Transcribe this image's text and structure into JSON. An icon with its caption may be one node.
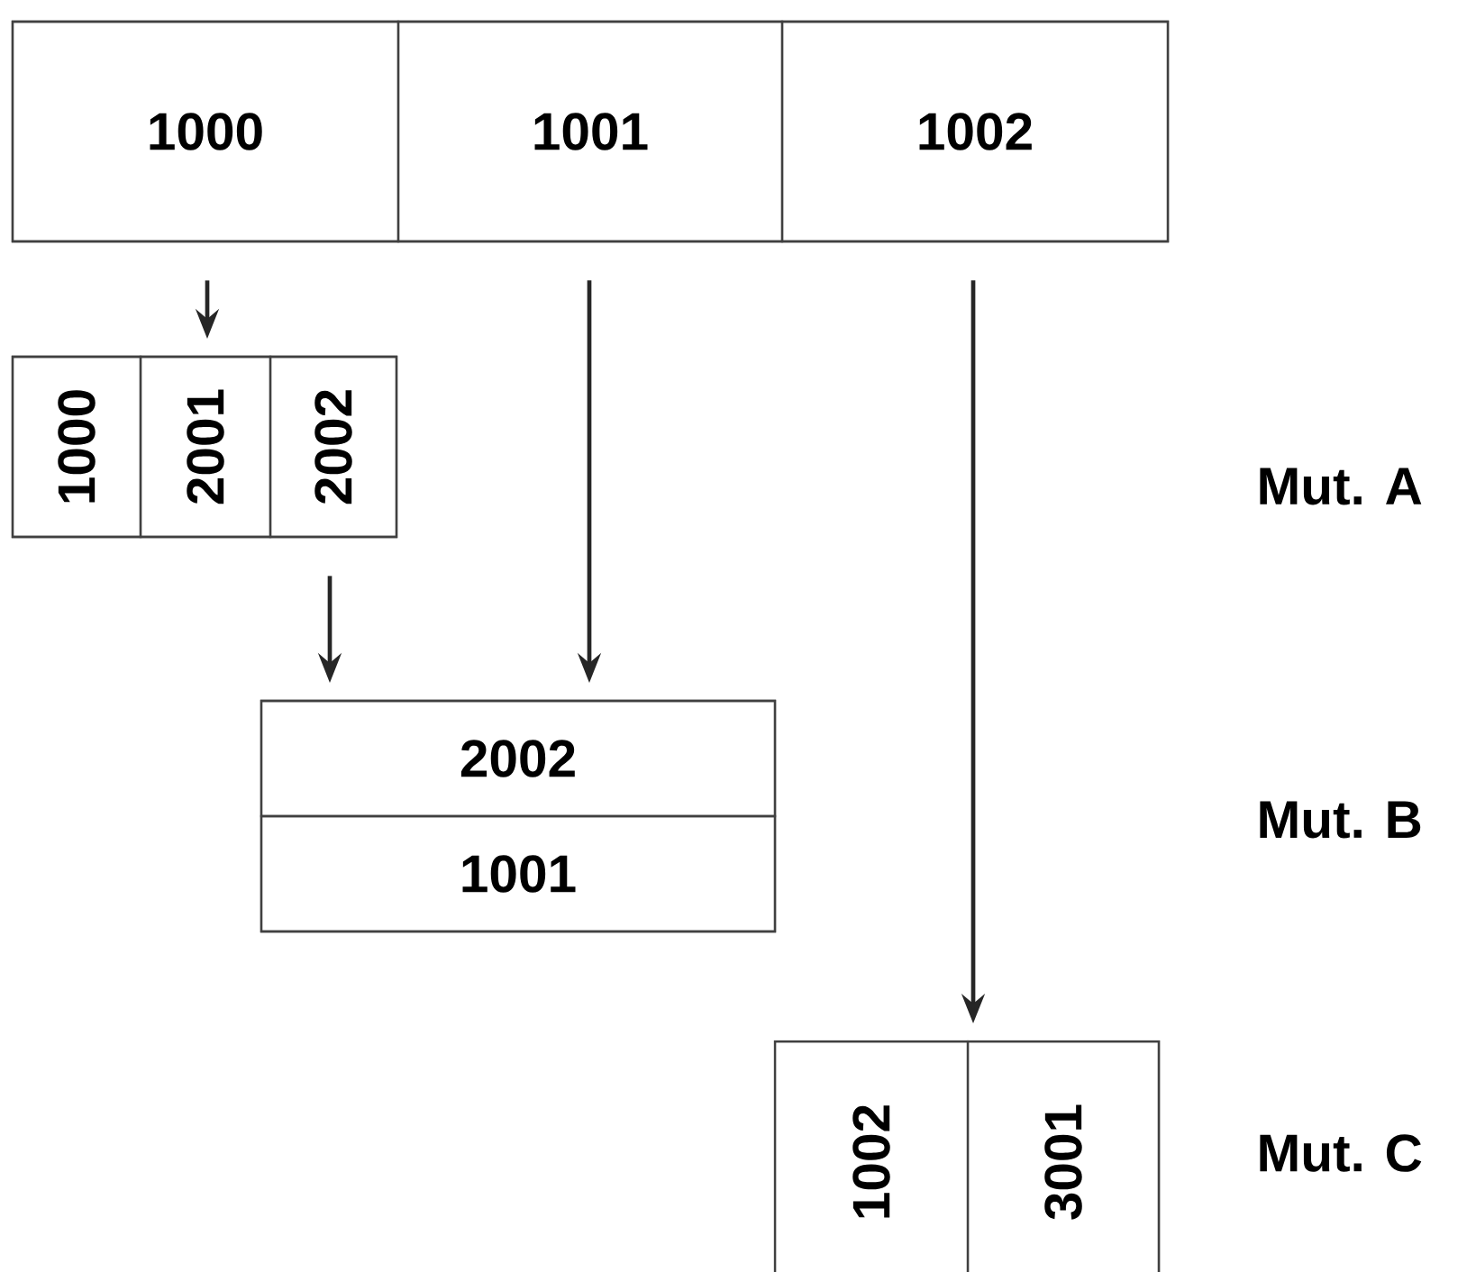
{
  "diagram": {
    "nodes": [
      {
        "text": [],
        "shape": "box"
      },
      {
        "text": [
          "1000"
        ],
        "in": 0
      },
      {
        "text": [
          "1001"
        ],
        "in": 0
      },
      {
        "text": [
          "1002"
        ],
        "in": 0
      },
      {
        "text": [],
        "shape": "box"
      },
      {
        "text": [
          "1000"
        ],
        "in": 4
      },
      {
        "text": [
          "2001"
        ],
        "in": 4
      },
      {
        "text": [
          "2002"
        ],
        "in": 4
      },
      {
        "text": [],
        "shape": "box"
      },
      {
        "text": [
          "2002"
        ],
        "in": 8
      },
      {
        "text": [
          "1001"
        ],
        "in": 8
      },
      {
        "text": [],
        "shape": "box"
      },
      {
        "text": [
          "1002"
        ],
        "in": 11
      },
      {
        "text": [
          "3001"
        ],
        "in": 11
      }
    ],
    "edges": [
      {
        "from": 1,
        "to": 4,
        "arrow": "to"
      },
      {
        "from": 2,
        "to": 8,
        "arrow": "to"
      },
      {
        "from": 3,
        "to": 11,
        "arrow": "to"
      },
      {
        "from": 7,
        "to": 8,
        "arrow": "to"
      }
    ],
    "labels": [
      "Mut. A",
      "Mut. B",
      "Mut. C"
    ]
  }
}
